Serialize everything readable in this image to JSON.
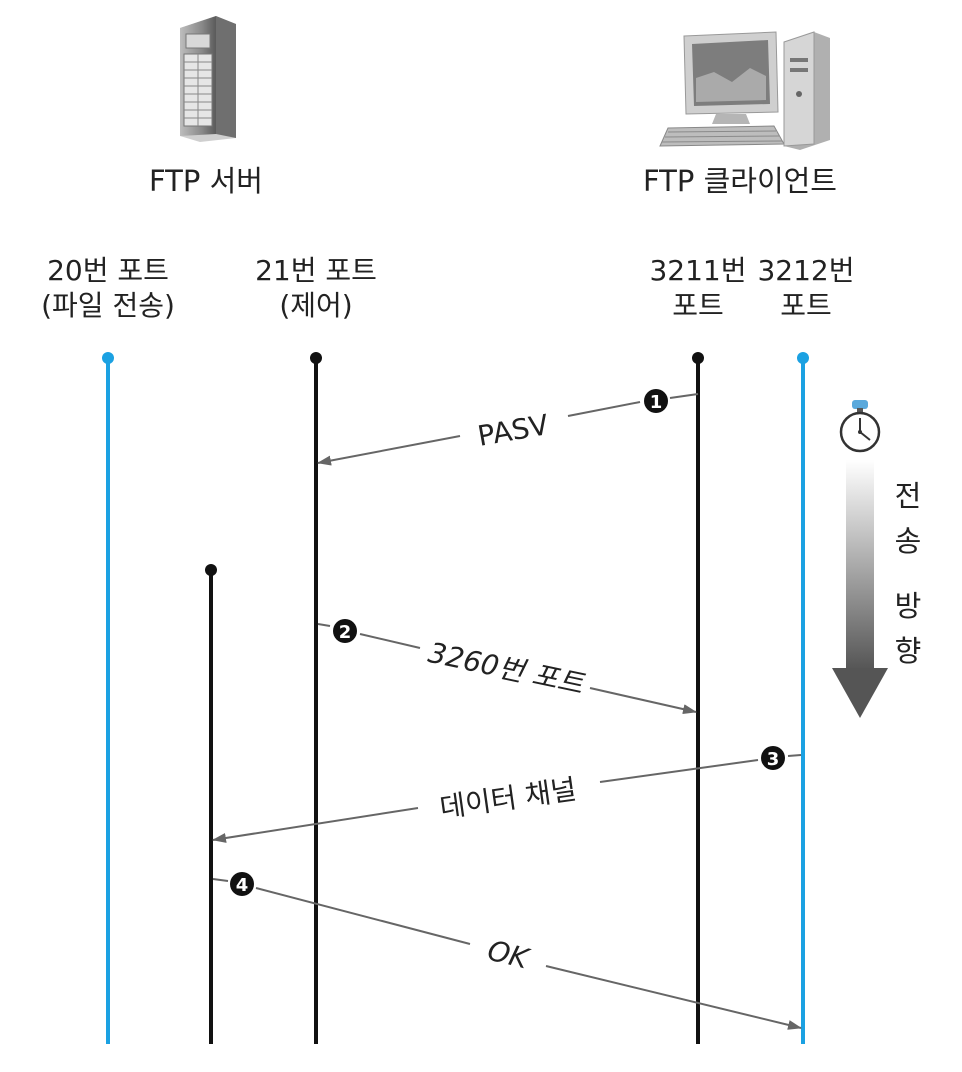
{
  "actors": {
    "server": {
      "title": "FTP 서버",
      "icon": "server-icon"
    },
    "client": {
      "title": "FTP 클라이언트",
      "icon": "desktop-computer-icon"
    }
  },
  "ports": [
    {
      "id": "port20",
      "line1": "20번 포트",
      "line2": "(파일 전송)",
      "color": "#1ba1e2"
    },
    {
      "id": "port21",
      "line1": "21번 포트",
      "line2": "(제어)",
      "color": "#111111"
    },
    {
      "id": "port3211",
      "line1": "3211번",
      "line2": "포트",
      "color": "#111111"
    },
    {
      "id": "port3212",
      "line1": "3212번",
      "line2": "포트",
      "color": "#1ba1e2"
    }
  ],
  "messages": [
    {
      "step": "1",
      "label": "PASV"
    },
    {
      "step": "2",
      "label": "3260번 포트"
    },
    {
      "step": "3",
      "label": "데이터 채널"
    },
    {
      "step": "4",
      "label": "OK"
    }
  ],
  "direction": {
    "chars": [
      "전",
      "송",
      "방",
      "향"
    ],
    "icon": "stopwatch-icon"
  },
  "colors": {
    "blue_line": "#1ba1e2",
    "black_line": "#111111",
    "arrow_gray": "#666666"
  }
}
